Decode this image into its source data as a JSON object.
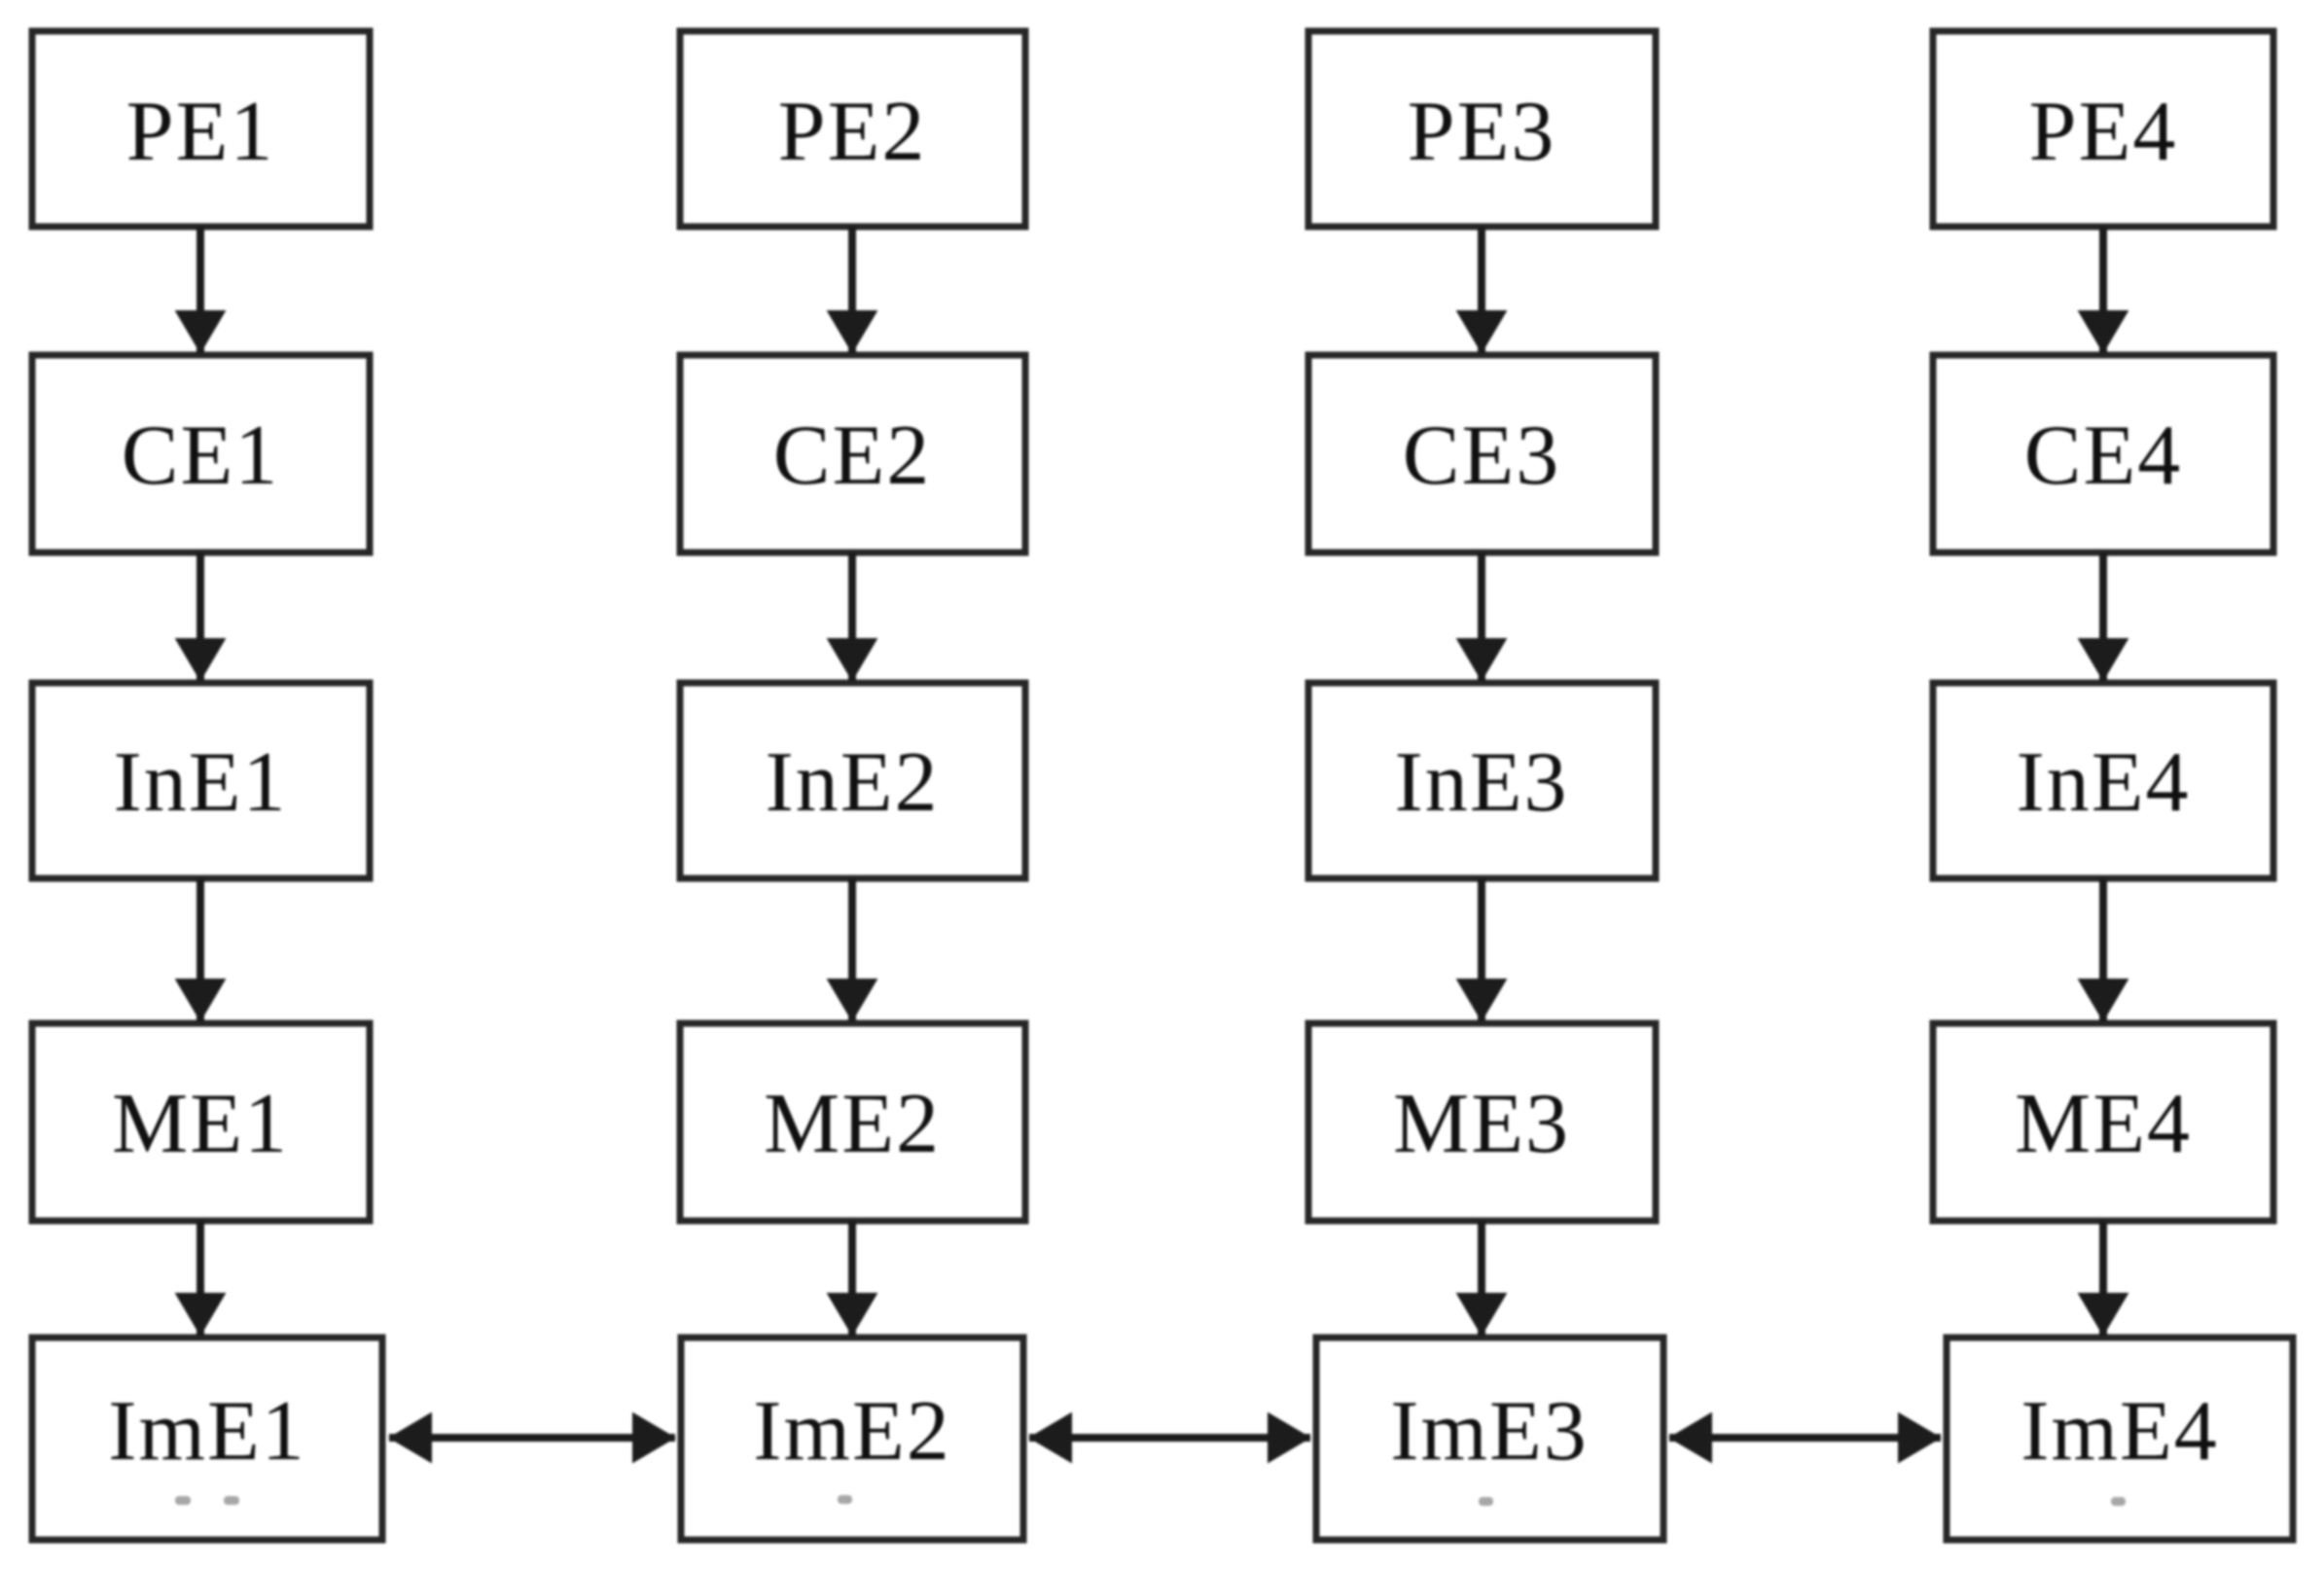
{
  "diagram": {
    "type": "flowchart",
    "background_color": "#ffffff",
    "node_border_color": "#262626",
    "node_fill_color": "#ffffff",
    "arrow_color": "#1c1c1c",
    "text_color": "#101010",
    "columns": [
      {
        "nodes": [
          "PE1",
          "CE1",
          "InE1",
          "ME1",
          "ImE1"
        ]
      },
      {
        "nodes": [
          "PE2",
          "CE2",
          "InE2",
          "ME2",
          "ImE2"
        ]
      },
      {
        "nodes": [
          "PE3",
          "CE3",
          "InE3",
          "ME3",
          "ImE3"
        ]
      },
      {
        "nodes": [
          "PE4",
          "CE4",
          "InE4",
          "ME4",
          "ImE4"
        ]
      }
    ],
    "vertical_edges": [
      [
        "PE1",
        "CE1"
      ],
      [
        "CE1",
        "InE1"
      ],
      [
        "InE1",
        "ME1"
      ],
      [
        "ME1",
        "ImE1"
      ],
      [
        "PE2",
        "CE2"
      ],
      [
        "CE2",
        "InE2"
      ],
      [
        "InE2",
        "ME2"
      ],
      [
        "ME2",
        "ImE2"
      ],
      [
        "PE3",
        "CE3"
      ],
      [
        "CE3",
        "InE3"
      ],
      [
        "InE3",
        "ME3"
      ],
      [
        "ME3",
        "ImE3"
      ],
      [
        "PE4",
        "CE4"
      ],
      [
        "CE4",
        "InE4"
      ],
      [
        "InE4",
        "ME4"
      ],
      [
        "ME4",
        "ImE4"
      ]
    ],
    "bidirectional_edges": [
      [
        "ImE1",
        "ImE2"
      ],
      [
        "ImE2",
        "ImE3"
      ],
      [
        "ImE3",
        "ImE4"
      ]
    ]
  }
}
